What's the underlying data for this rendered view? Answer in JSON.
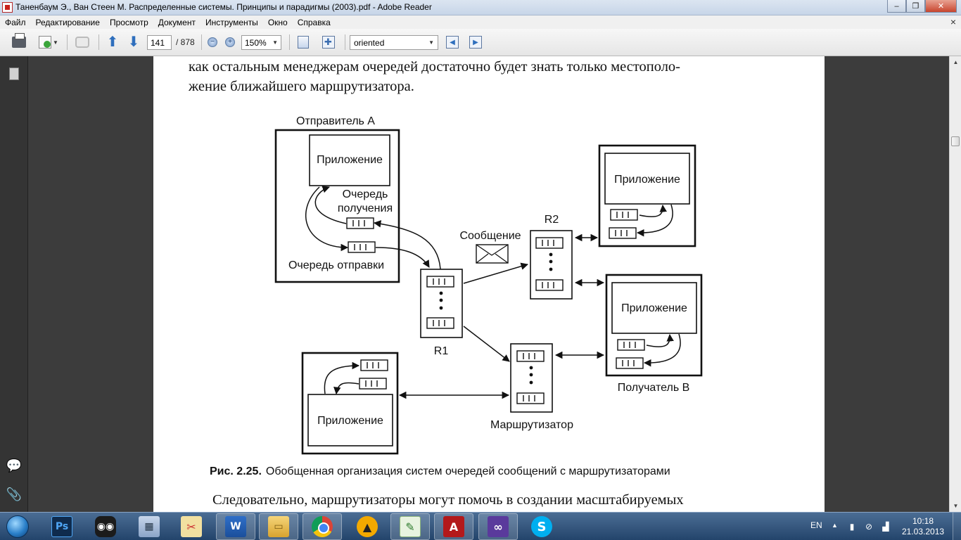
{
  "window": {
    "title": "Таненбаум Э., Ван Стеен М. Распределенные системы. Принципы и парадигмы (2003).pdf - Adobe Reader",
    "minimize": "–",
    "maximize": "❐",
    "close": "✕"
  },
  "menu": {
    "items": [
      "Файл",
      "Редактирование",
      "Просмотр",
      "Документ",
      "Инструменты",
      "Окно",
      "Справка"
    ],
    "close_doc": "×"
  },
  "toolbar": {
    "current_page": "141",
    "page_total": "/ 878",
    "zoom": "150%",
    "search_text": "oriented",
    "zoom_out": "−",
    "zoom_in": "+"
  },
  "document": {
    "line1": "как остальным менеджерам очередей достаточно будет знать только местополо-",
    "line2": "жение ближайшего маршрутизатора.",
    "figure": {
      "sender_label": "Отправитель А",
      "app_label": "Приложение",
      "receive_queue_line1": "Очередь",
      "receive_queue_line2": "получения",
      "send_queue_label": "Очередь отправки",
      "message_label": "Сообщение",
      "r1_label": "R1",
      "r2_label": "R2",
      "receiver_label": "Получатель В",
      "router_label": "Маршрутизатор"
    },
    "caption_number": "Рис. 2.25.",
    "caption_text": "Обобщенная организация систем очередей сообщений с маршрутизаторами",
    "line_last": "Следовательно, маршрутизаторы могут помочь в создании масштабируемых"
  },
  "taskbar": {
    "apps": [
      {
        "name": "photoshop",
        "glyph": "Ps"
      },
      {
        "name": "gdc",
        "glyph": "◉◉"
      },
      {
        "name": "calculator",
        "glyph": "▦"
      },
      {
        "name": "snipping",
        "glyph": "✂"
      },
      {
        "name": "word",
        "glyph": "W"
      },
      {
        "name": "explorer",
        "glyph": "▭"
      },
      {
        "name": "chrome",
        "glyph": ""
      },
      {
        "name": "aimp",
        "glyph": "▲"
      },
      {
        "name": "editor",
        "glyph": "✎"
      },
      {
        "name": "acrobat",
        "glyph": "A"
      },
      {
        "name": "visual-studio",
        "glyph": "∞"
      },
      {
        "name": "skype",
        "glyph": "S"
      }
    ],
    "language": "EN",
    "time": "10:18",
    "date": "21.03.2013"
  }
}
